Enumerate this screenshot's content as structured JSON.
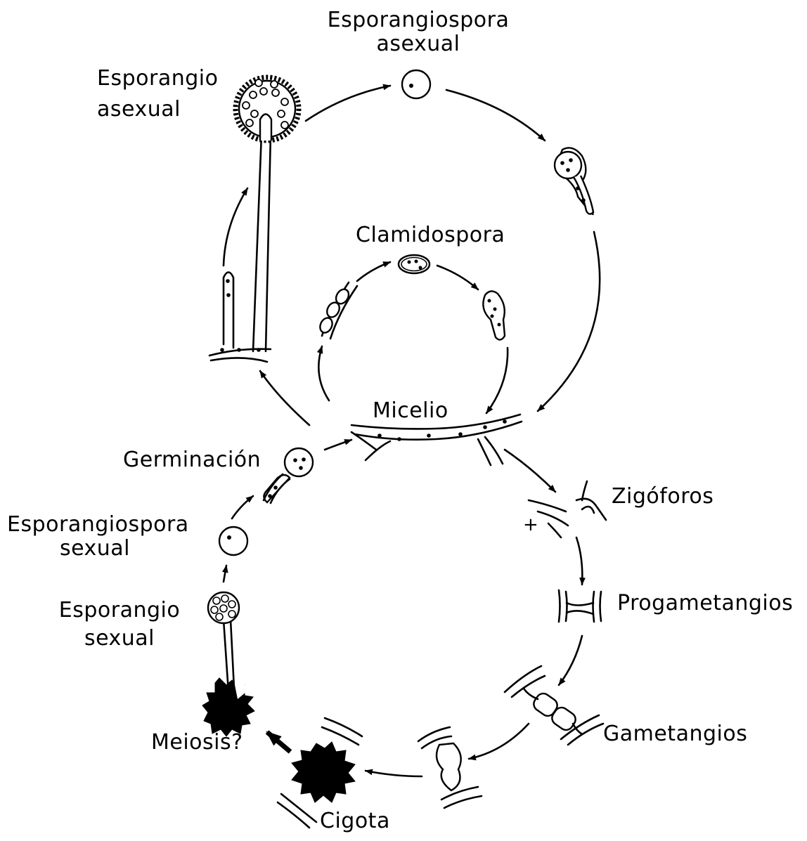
{
  "labels": {
    "esporangiospora_asexual": [
      "Esporangiospora",
      "asexual"
    ],
    "esporangio_asexual": [
      "Esporangio",
      "asexual"
    ],
    "clamidospora": "Clamidospora",
    "micelio": "Micelio",
    "germinacion": "Germinación",
    "esporangiospora_sexual": [
      "Esporangiospora",
      "sexual"
    ],
    "esporangio_sexual": [
      "Esporangio",
      "sexual"
    ],
    "meiosis": "Meiosis?",
    "cigota": "Cigota",
    "gametangios": "Gametangios",
    "progametangios": "Progametangios",
    "zigoforos": "Zigóforos",
    "plus_sign": "+"
  },
  "colors": {
    "ink": "#000000",
    "paper": "#ffffff"
  }
}
